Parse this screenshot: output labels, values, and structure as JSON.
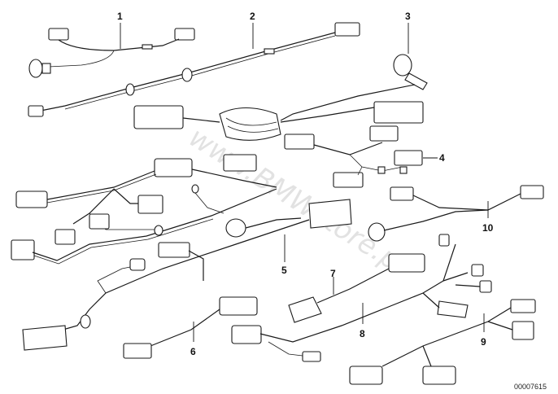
{
  "callouts": [
    "1",
    "2",
    "3",
    "4",
    "5",
    "6",
    "7",
    "8",
    "9",
    "10"
  ],
  "document_number": "00007615",
  "watermark": "www.BMWstore.pl",
  "colors": {
    "line": "#1a1a1a",
    "background": "#ffffff",
    "watermark": "#969696"
  }
}
